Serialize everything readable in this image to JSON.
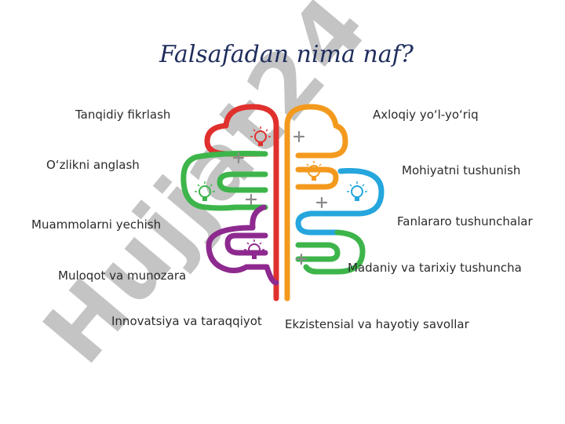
{
  "title": "Falsafadan nima naf?",
  "watermark": "Hujjat24",
  "left_labels": [
    "Tanqidiy fikrlash",
    "O‘zlikni anglash",
    "Muammolarni yechish",
    "Muloqot va munozara",
    "Innovatsiya va taraqqiyot"
  ],
  "right_labels": [
    "Axloqiy yo‘l-yo‘riq",
    "Mohiyatni tushunish",
    "Fanlararo tushunchalar",
    "Madaniy va tarixiy tushuncha",
    "Ekzistensial va hayotiy savollar"
  ],
  "colors": {
    "title": "#1f2d5c",
    "red": "#e0302e",
    "green": "#3db54a",
    "purple": "#8e2a8f",
    "orange": "#f39a1e",
    "blue": "#25a6dd",
    "watermark_gray": "#c4c4c4",
    "watermark_violet": "#d9c8f7"
  },
  "icons": [
    "lightbulb-icon",
    "plus-icon"
  ]
}
